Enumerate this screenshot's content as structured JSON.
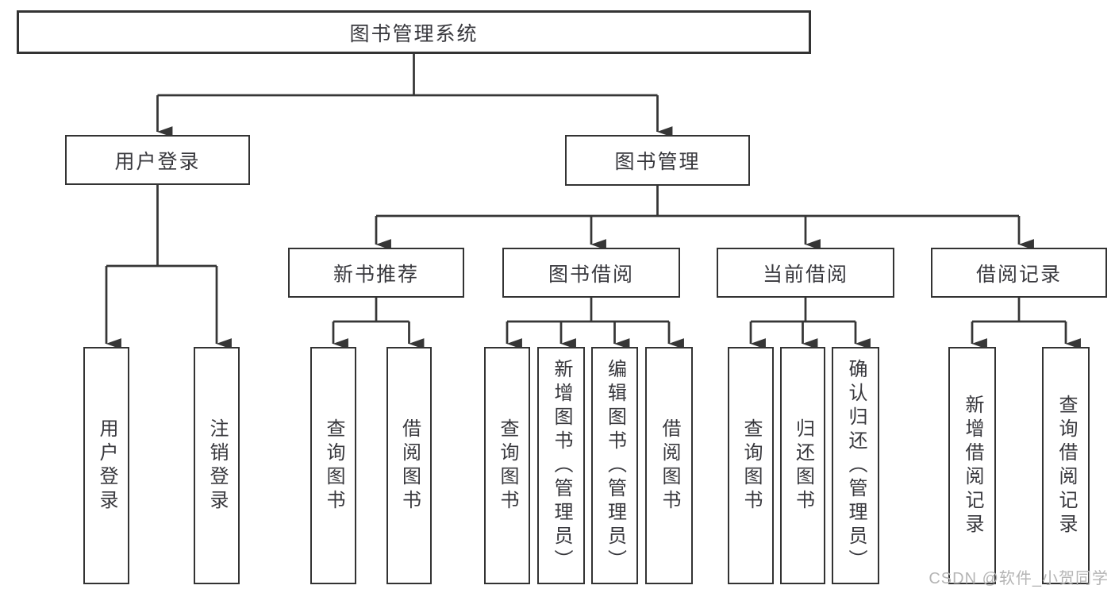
{
  "diagram": {
    "label": "图书管理系统",
    "children": [
      {
        "label": "用户登录",
        "children": [
          {
            "label": "用户登录"
          },
          {
            "label": "注销登录"
          }
        ]
      },
      {
        "label": "图书管理",
        "children": [
          {
            "label": "新书推荐",
            "children": [
              {
                "label": "查询图书"
              },
              {
                "label": "借阅图书"
              }
            ]
          },
          {
            "label": "图书借阅",
            "children": [
              {
                "label": "查询图书"
              },
              {
                "label": "新增图书（管理员）"
              },
              {
                "label": "编辑图书（管理员）"
              },
              {
                "label": "借阅图书"
              }
            ]
          },
          {
            "label": "当前借阅",
            "children": [
              {
                "label": "查询图书"
              },
              {
                "label": "归还图书"
              },
              {
                "label": "确认归还（管理员）"
              }
            ]
          },
          {
            "label": "借阅记录",
            "children": [
              {
                "label": "新增借阅记录"
              },
              {
                "label": "查询借阅记录"
              }
            ]
          }
        ]
      }
    ]
  },
  "watermark": {
    "text": "CSDN @软件_小贺同学"
  },
  "colors": {
    "line": "#363636",
    "box_border": "#333333",
    "text": "#38383d",
    "watermark": "#b5b5b5",
    "background": "#ffffff"
  }
}
